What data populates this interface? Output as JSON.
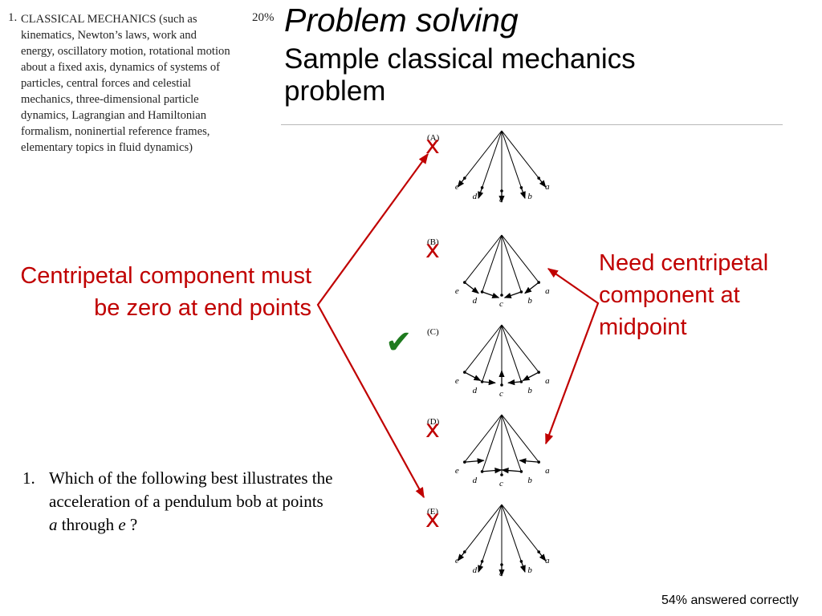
{
  "topic": {
    "number": "1.",
    "text": "CLASSICAL MECHANICS (such as kinematics, Newton’s laws, work and energy, oscillatory motion, rotational motion about a fixed axis, dynamics of systems of particles, central forces and celestial mechanics, three-dimensional particle dynamics, Lagrangian and Hamiltonian formalism, noninertial reference frames, elementary topics in fluid dynamics)",
    "percent": "20%"
  },
  "slide": {
    "title": "Problem solving",
    "subtitle": "Sample classical mechanics problem"
  },
  "annotations": {
    "left_note": "Centripetal component must be zero at end points",
    "right_note": "Need centripetal component at midpoint",
    "wrong_mark": "x",
    "correct_mark": "✔",
    "accent_color": "#c00000",
    "correct_color": "#1e7a1e"
  },
  "question": {
    "number": "1.",
    "text_before": "Which of the following best illustrates the acceleration of a pendulum bob at points",
    "var_a": "a",
    "through": "through",
    "var_e": "e",
    "end": "?"
  },
  "choices": [
    {
      "label": "(A)",
      "verdict": "x"
    },
    {
      "label": "(B)",
      "verdict": "x"
    },
    {
      "label": "(C)",
      "verdict": "✔"
    },
    {
      "label": "(D)",
      "verdict": "x"
    },
    {
      "label": "(E)",
      "verdict": "x"
    }
  ],
  "point_labels": [
    "a",
    "b",
    "c",
    "d",
    "e"
  ],
  "footer": {
    "result": "54% answered correctly"
  }
}
